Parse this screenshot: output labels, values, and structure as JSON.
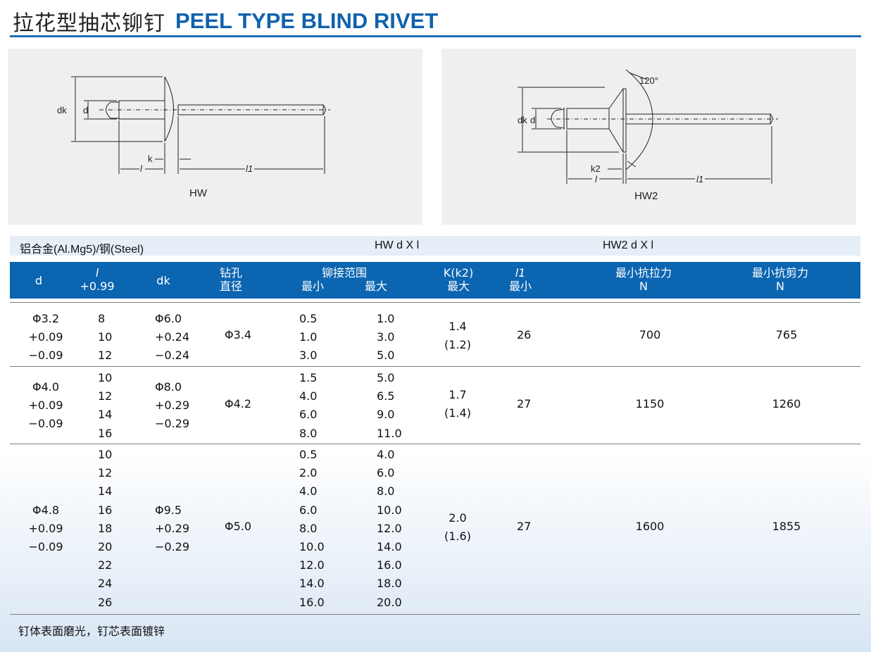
{
  "title": {
    "cn": "拉花型抽芯铆钉",
    "en": "PEEL  TYPE BLIND RIVET"
  },
  "diagram_left": {
    "caption": "HW",
    "labels": {
      "dk": "dk",
      "d": "d",
      "k": "k",
      "l": "l",
      "l1": "l1"
    }
  },
  "diagram_right": {
    "caption": "HW2",
    "angle": "120°",
    "labels": {
      "dk": "dk",
      "d": "d",
      "k2": "k2",
      "l": "l",
      "l1": "l1"
    }
  },
  "material": {
    "label": "铝合金(Al.Mg5)/钢(Steel)",
    "hw": "HW  d X l",
    "hw2": "HW2    d X l"
  },
  "headers": {
    "d": "d",
    "l_top": "l",
    "l_sub": "+0.99",
    "dk": "dk",
    "drill_top": "钻孔",
    "drill_sub": "直径",
    "grip_top": "铆接范围",
    "grip_min": "最小",
    "grip_max": "最大",
    "k_top": "K(k2)",
    "k_sub": "最大",
    "l1_top": "l1",
    "l1_sub": "最小",
    "tensile_top": "最小抗拉力",
    "tensile_sub": "N",
    "shear_top": "最小抗剪力",
    "shear_sub": "N"
  },
  "groups": [
    {
      "d": [
        "Φ3.2",
        "+0.09",
        "−0.09"
      ],
      "l": [
        "8",
        "10",
        "12"
      ],
      "dk": [
        "Φ6.0",
        "+0.24",
        "−0.24"
      ],
      "drill": "Φ3.4",
      "grip_min": [
        "0.5",
        "1.0",
        "3.0"
      ],
      "grip_max": [
        "1.0",
        "3.0",
        "5.0"
      ],
      "k": [
        "1.4",
        "(1.2)"
      ],
      "l1": "26",
      "tensile": "700",
      "shear": "765"
    },
    {
      "d": [
        "Φ4.0",
        "+0.09",
        "−0.09"
      ],
      "l": [
        "10",
        "12",
        "14",
        "16"
      ],
      "dk": [
        "Φ8.0",
        "+0.29",
        "−0.29"
      ],
      "drill": "Φ4.2",
      "grip_min": [
        "1.5",
        "4.0",
        "6.0",
        "8.0"
      ],
      "grip_max": [
        "5.0",
        "6.5",
        "9.0",
        "11.0"
      ],
      "k": [
        "1.7",
        "(1.4)"
      ],
      "l1": "27",
      "tensile": "1150",
      "shear": "1260"
    },
    {
      "d": [
        "Φ4.8",
        "+0.09",
        "−0.09"
      ],
      "l": [
        "10",
        "12",
        "14",
        "16",
        "18",
        "20",
        "22",
        "24",
        "26"
      ],
      "dk": [
        "Φ9.5",
        "+0.29",
        "−0.29"
      ],
      "drill": "Φ5.0",
      "grip_min": [
        "0.5",
        "2.0",
        "4.0",
        "6.0",
        "8.0",
        "10.0",
        "12.0",
        "14.0",
        "16.0"
      ],
      "grip_max": [
        "4.0",
        "6.0",
        "8.0",
        "10.0",
        "12.0",
        "14.0",
        "16.0",
        "18.0",
        "20.0"
      ],
      "k": [
        "2.0",
        "(1.6)"
      ],
      "l1": "27",
      "tensile": "1600",
      "shear": "1855"
    }
  ],
  "footer": "钉体表面磨光，钉芯表面镀锌"
}
